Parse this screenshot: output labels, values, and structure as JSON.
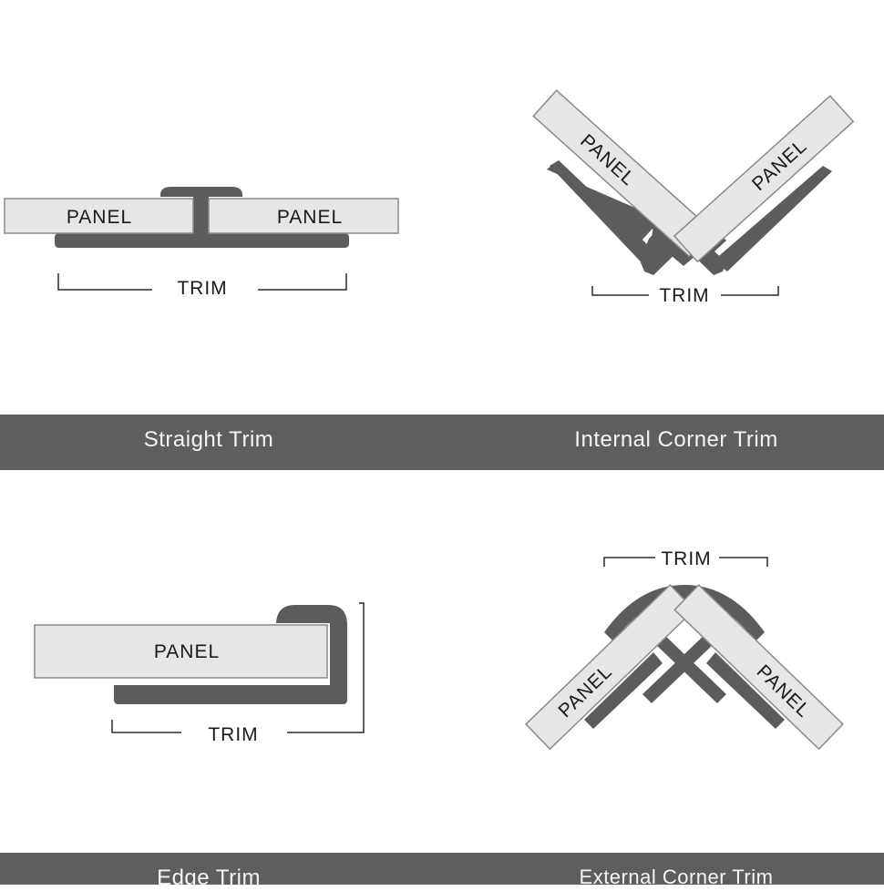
{
  "diagrams": {
    "straight": {
      "caption": "Straight Trim",
      "panel_left": "PANEL",
      "panel_right": "PANEL",
      "trim": "TRIM"
    },
    "internal": {
      "caption": "Internal Corner Trim",
      "panel_left": "PANEL",
      "panel_right": "PANEL",
      "trim": "TRIM"
    },
    "edge": {
      "caption": "Edge Trim",
      "panel": "PANEL",
      "trim": "TRIM"
    },
    "external": {
      "caption": "External Corner Trim",
      "panel_left": "PANEL",
      "panel_right": "PANEL",
      "trim": "TRIM"
    }
  },
  "colors": {
    "band": "#5e5e5e",
    "trim": "#5c5c5c",
    "panel": "#e6e6e6"
  }
}
